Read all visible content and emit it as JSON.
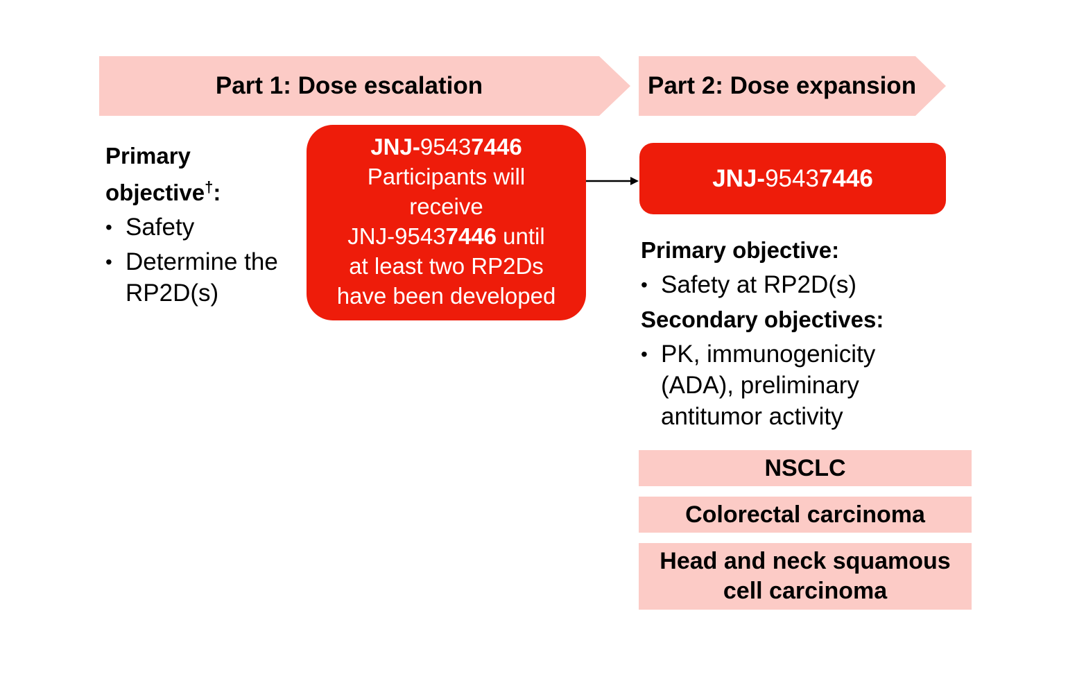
{
  "part1": {
    "label": "Part 1: Dose escalation"
  },
  "part2": {
    "label": "Part 2: Dose expansion"
  },
  "left": {
    "heading_line1": "Primary",
    "heading_line2": "objective",
    "heading_sup": "†",
    "heading_colon": ":",
    "bullets": [
      "Safety",
      "Determine the RP2D(s)"
    ]
  },
  "drug": {
    "prefix": "JNJ-",
    "mid": "9543",
    "suffix": "7446"
  },
  "p1_box": {
    "line2": "Participants will",
    "line3": "receive",
    "line4_tail": " until",
    "line5": "at least two RP2Ds",
    "line6": "have been developed"
  },
  "right": {
    "primary_heading": "Primary objective:",
    "primary_bullets": [
      "Safety at RP2D(s)"
    ],
    "secondary_heading": "Secondary objectives:",
    "secondary_bullets": [
      "PK, immunogenicity (ADA), preliminary antitumor activity"
    ]
  },
  "cohorts": [
    "NSCLC",
    "Colorectal carcinoma",
    "Head and neck squamous cell carcinoma"
  ],
  "colors": {
    "light_pink": "#fccbc6",
    "red": "#ee1c0a"
  }
}
